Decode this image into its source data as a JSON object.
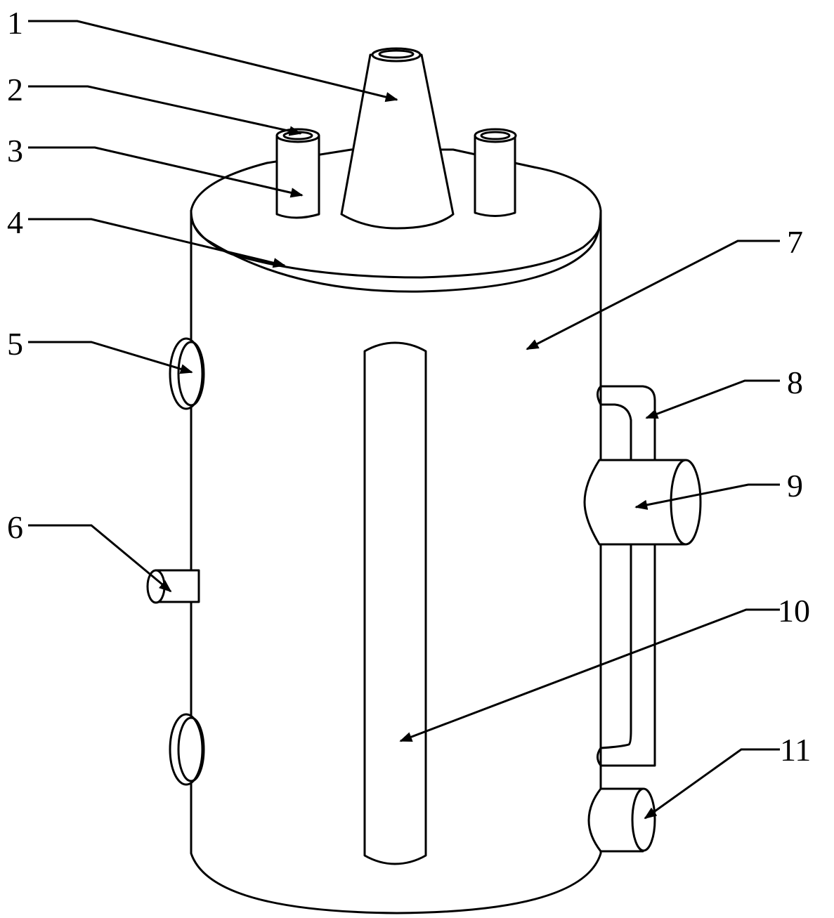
{
  "diagram": {
    "type": "patent-drawing",
    "subject": "vertical cylindrical vessel",
    "colors": {
      "line": "#000000",
      "background": "#ffffff"
    },
    "labels": [
      "1",
      "2",
      "3",
      "4",
      "5",
      "6",
      "7",
      "8",
      "9",
      "10",
      "11"
    ]
  }
}
